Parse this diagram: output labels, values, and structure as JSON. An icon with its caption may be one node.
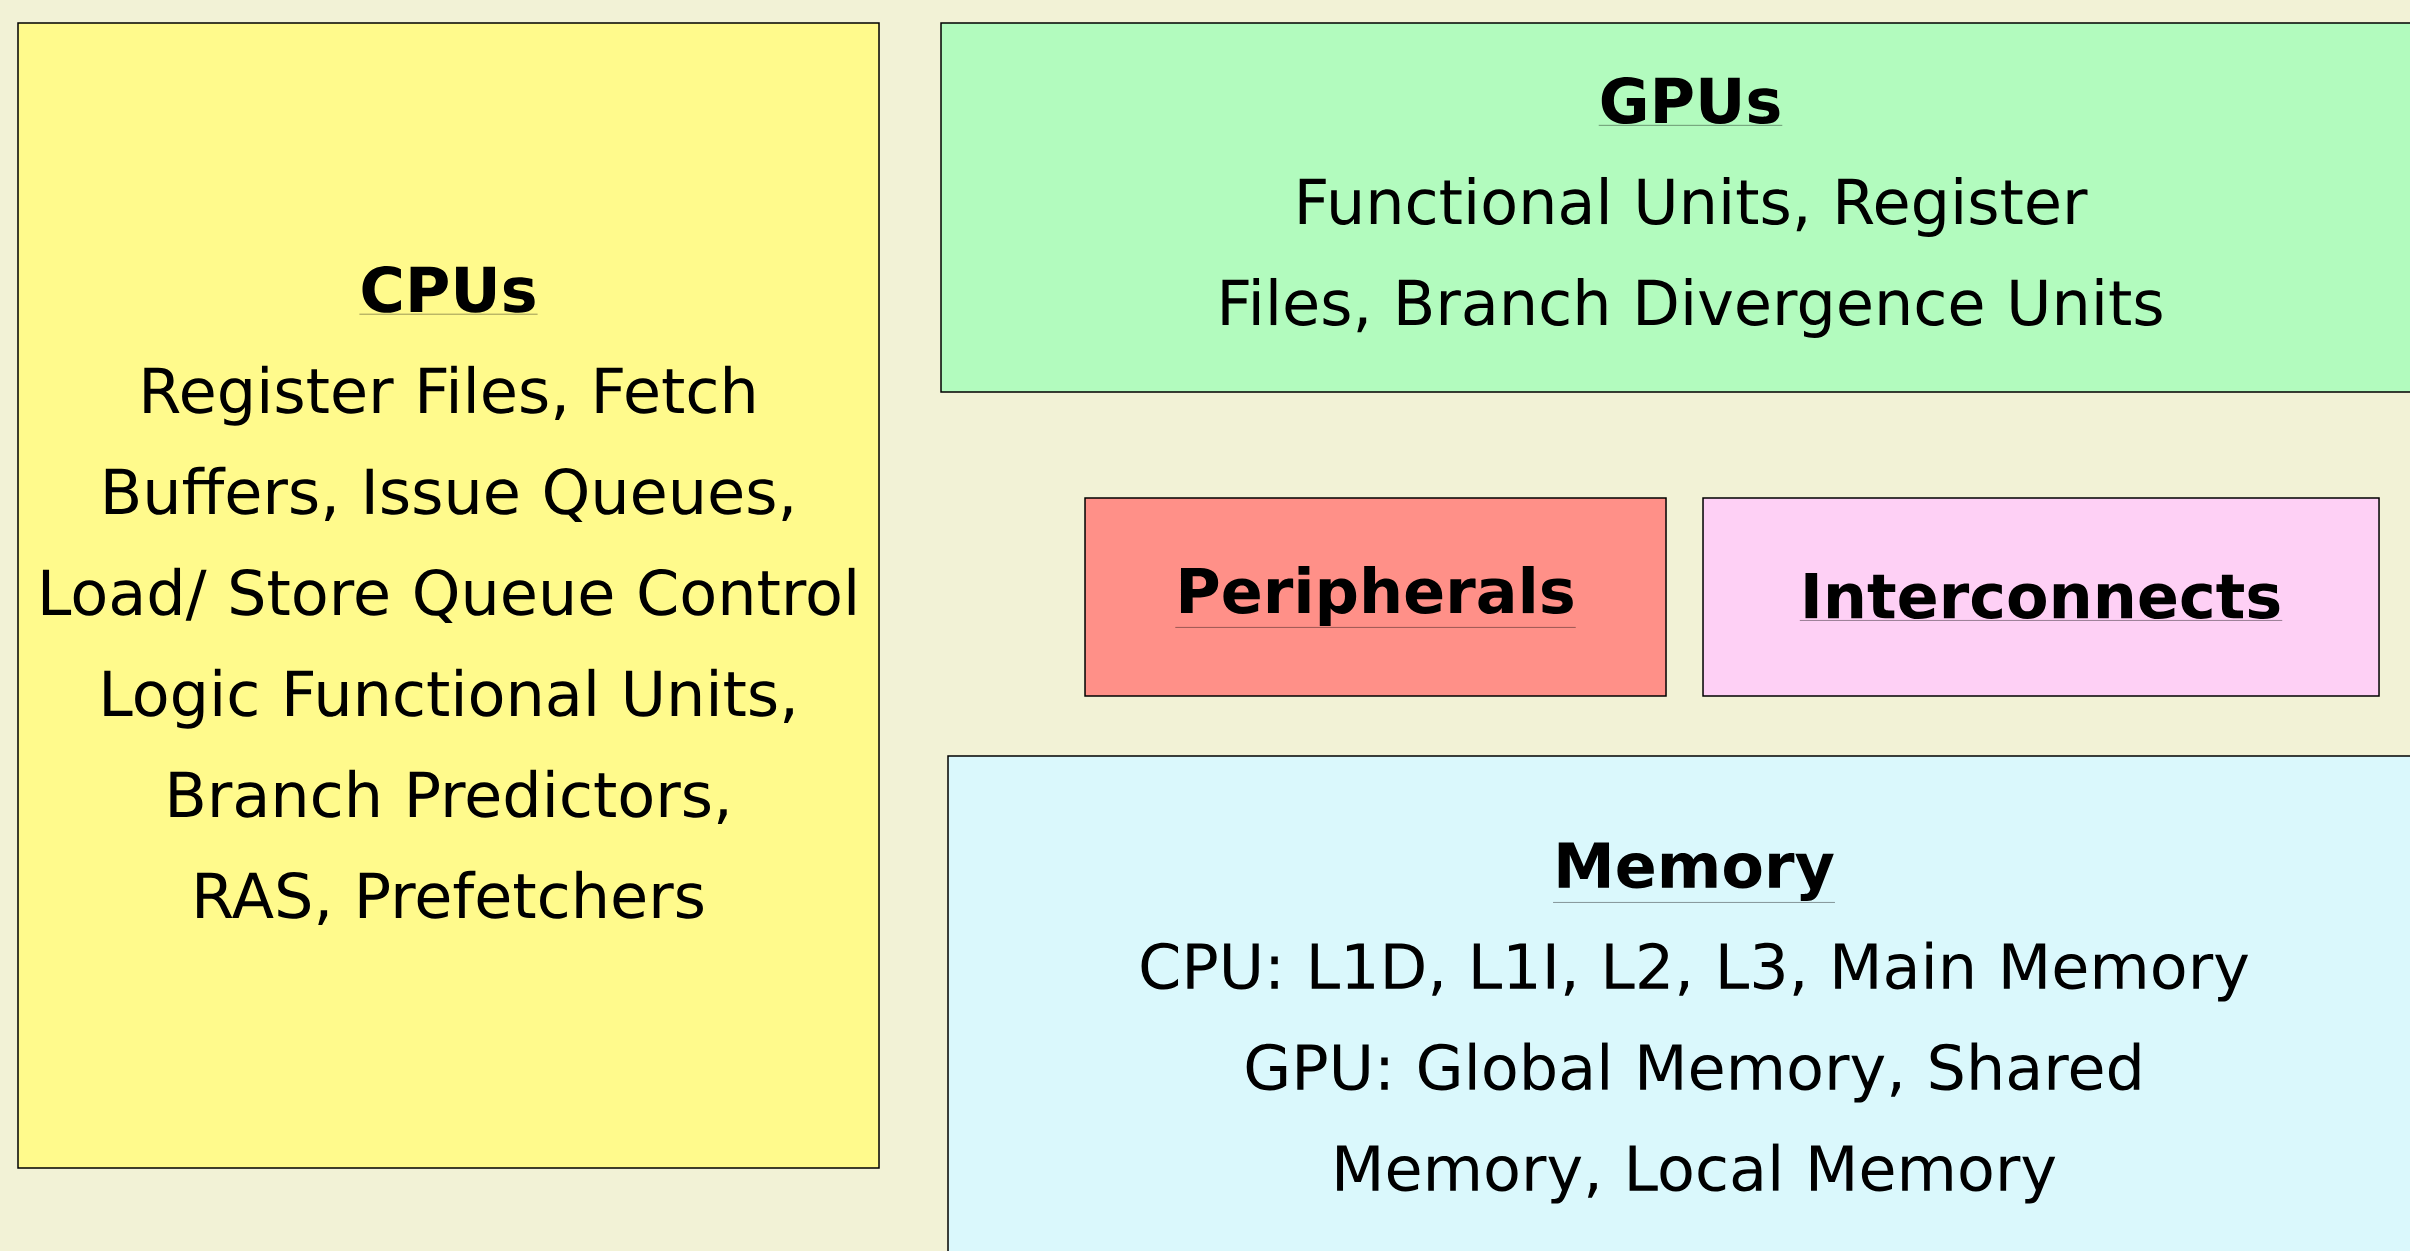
{
  "diagram": {
    "nodes": [
      {
        "text": [
          "CPUs",
          "Register Files, Fetch Buffers, Issue Queues, Load/ Store Queue Control Logic Functional Units, Branch Predictors, RAS, Prefetchers"
        ]
      },
      {
        "text": [
          "GPUs",
          "Functional Units, Register Files, Branch Divergence Units"
        ]
      },
      {
        "text": [
          "Peripherals"
        ]
      },
      {
        "text": [
          "Interconnects"
        ]
      },
      {
        "text": [
          "Memory",
          "CPU: L1D, L1I, L2, L3, Main Memory",
          "GPU: Global Memory, Shared Memory, Local Memory"
        ]
      }
    ]
  }
}
